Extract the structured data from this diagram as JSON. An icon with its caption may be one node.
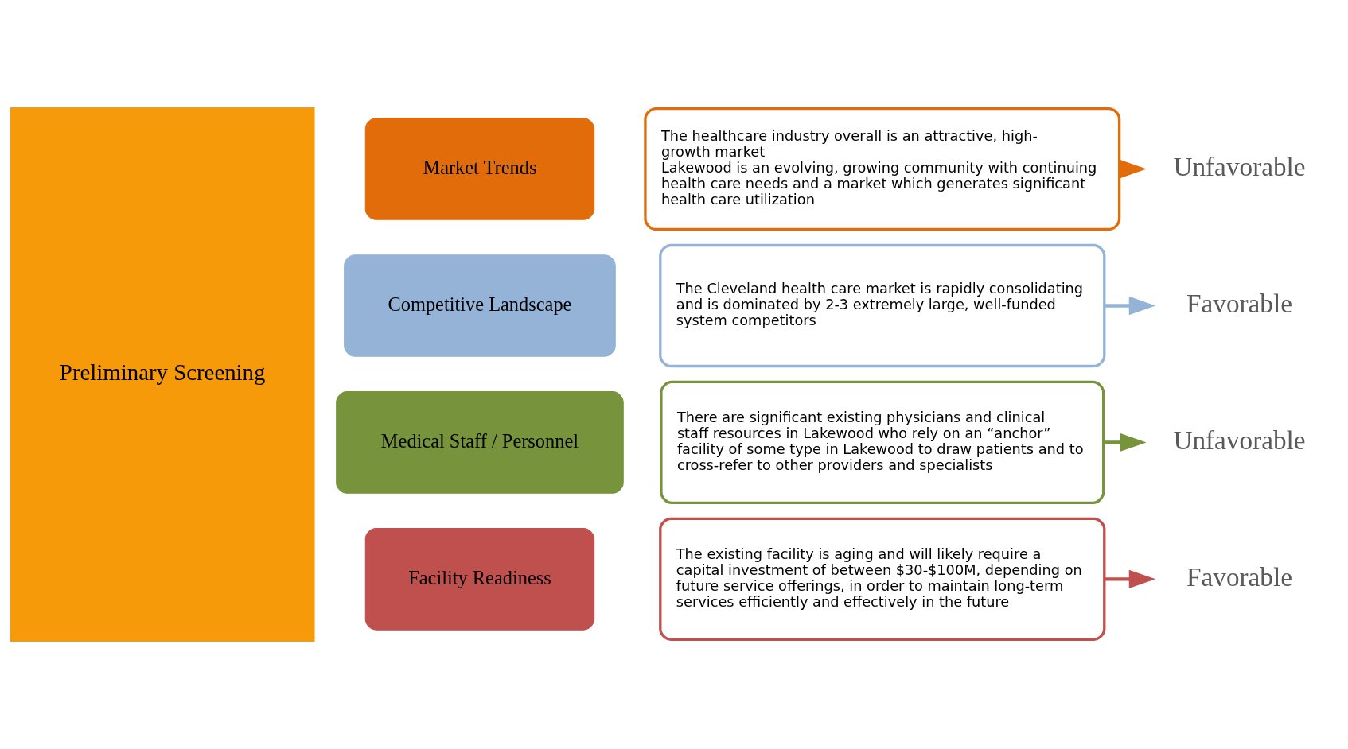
{
  "diagram": {
    "nodes": [
      {
        "text": [
          "Preliminary Screening"
        ]
      },
      {
        "text": [
          "Market Trends"
        ]
      },
      {
        "text": [
          "The healthcare industry overall is an attractive, high-growth market",
          "Lakewood is an evolving, growing community with continuing health care needs and a market which generates significant health care utilization"
        ]
      },
      {
        "text": [
          "Unfavorable"
        ]
      },
      {
        "text": [
          "Competitive Landscape"
        ]
      },
      {
        "text": [
          "The Cleveland health care market is rapidly consolidating and is dominated by 2-3 extremely large, well-funded system competitors"
        ]
      },
      {
        "text": [
          "Favorable"
        ]
      },
      {
        "text": [
          "Medical Staff / Personnel"
        ]
      },
      {
        "text": [
          "There are significant existing physicians and clinical staff resources in Lakewood who rely on an “anchor” facility of some type in Lakewood to draw patients and to cross-refer to other providers and specialists"
        ]
      },
      {
        "text": [
          "Unfavorable"
        ]
      },
      {
        "text": [
          "Facility Readiness"
        ]
      },
      {
        "text": [
          "The existing facility is aging and will likely require a capital investment of between $30-$100M, depending on future service offerings, in order to maintain long-term services efficiently and effectively in the future"
        ]
      },
      {
        "text": [
          "Favorable"
        ]
      }
    ],
    "edges": [
      {
        "from": 2,
        "to": 3,
        "arrow": "to",
        "color": "#e36c0a"
      },
      {
        "from": 5,
        "to": 6,
        "arrow": "to",
        "color": "#95b3d7"
      },
      {
        "from": 8,
        "to": 9,
        "arrow": "to",
        "color": "#77933c"
      },
      {
        "from": 11,
        "to": 12,
        "arrow": "to",
        "color": "#c0504d"
      }
    ]
  }
}
